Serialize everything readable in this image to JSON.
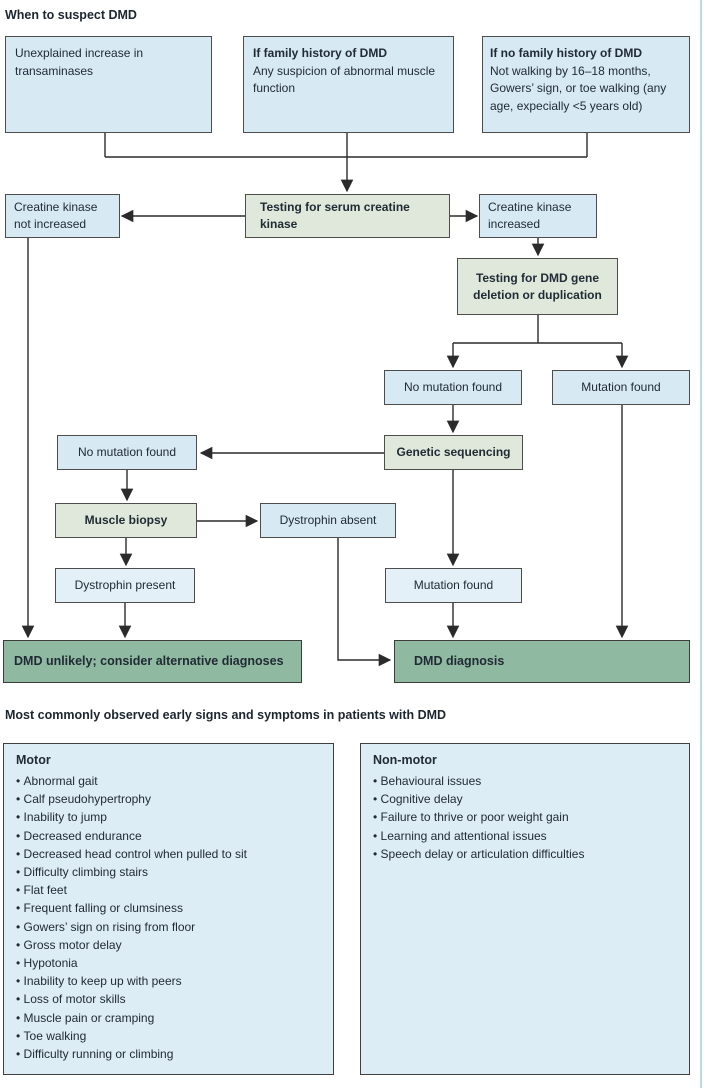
{
  "flowchart": {
    "section_title": "When to suspect DMD",
    "boxes": {
      "transaminases": "Unexplained increase in transaminases",
      "family_history_title": "If family history of DMD",
      "family_history_body": "Any suspicion of abnormal muscle function",
      "no_family_history_title": "If no family history of DMD",
      "no_family_history_body": "Not walking by 16–18 months, Gowers’ sign, or toe walking (any age, expecially <5 years old)",
      "ck_not_increased": "Creatine kinase not increased",
      "ck_testing": "Testing for serum creatine kinase",
      "ck_increased": "Creatine kinase increased",
      "gene_testing": "Testing for DMD gene deletion or duplication",
      "no_mutation_found_right": "No mutation found",
      "mutation_found_right": "Mutation found",
      "genetic_sequencing": "Genetic sequencing",
      "no_mutation_found_left": "No mutation found",
      "muscle_biopsy": "Muscle biopsy",
      "dystrophin_absent": "Dystrophin absent",
      "dystrophin_present": "Dystrophin present",
      "mutation_found_lower": "Mutation found",
      "dmd_unlikely": "DMD unlikely; consider alternative diagnoses",
      "dmd_diagnosis": "DMD diagnosis"
    }
  },
  "symptoms": {
    "section_title": "Most commonly observed early signs and symptoms in patients with DMD",
    "motor": {
      "title": "Motor",
      "items": [
        "Abnormal gait",
        "Calf pseudohypertrophy",
        "Inability to jump",
        "Decreased endurance",
        "Decreased head control when pulled to sit",
        "Difficulty climbing stairs",
        "Flat feet",
        "Frequent falling or clumsiness",
        "Gowers’ sign on rising from floor",
        "Gross motor delay",
        "Hypotonia",
        "Inability to keep up with peers",
        "Loss of motor skills",
        "Muscle pain or cramping",
        "Toe walking",
        "Difficulty running or climbing"
      ]
    },
    "non_motor": {
      "title": "Non-motor",
      "items": [
        "Behavioural issues",
        "Cognitive delay",
        "Failure to thrive or poor weight gain",
        "Learning and attentional issues",
        "Speech delay or articulation difficulties"
      ]
    }
  },
  "colors": {
    "box_blue": "#d7e9f2",
    "box_blue_light": "#e3f0f7",
    "box_pale_green": "#dfe8da",
    "box_green": "#90b9a1",
    "border": "#4d4d4b",
    "line": "#2b2b2b",
    "text": "#212b35",
    "edge_rule": "#b9dbe8"
  }
}
